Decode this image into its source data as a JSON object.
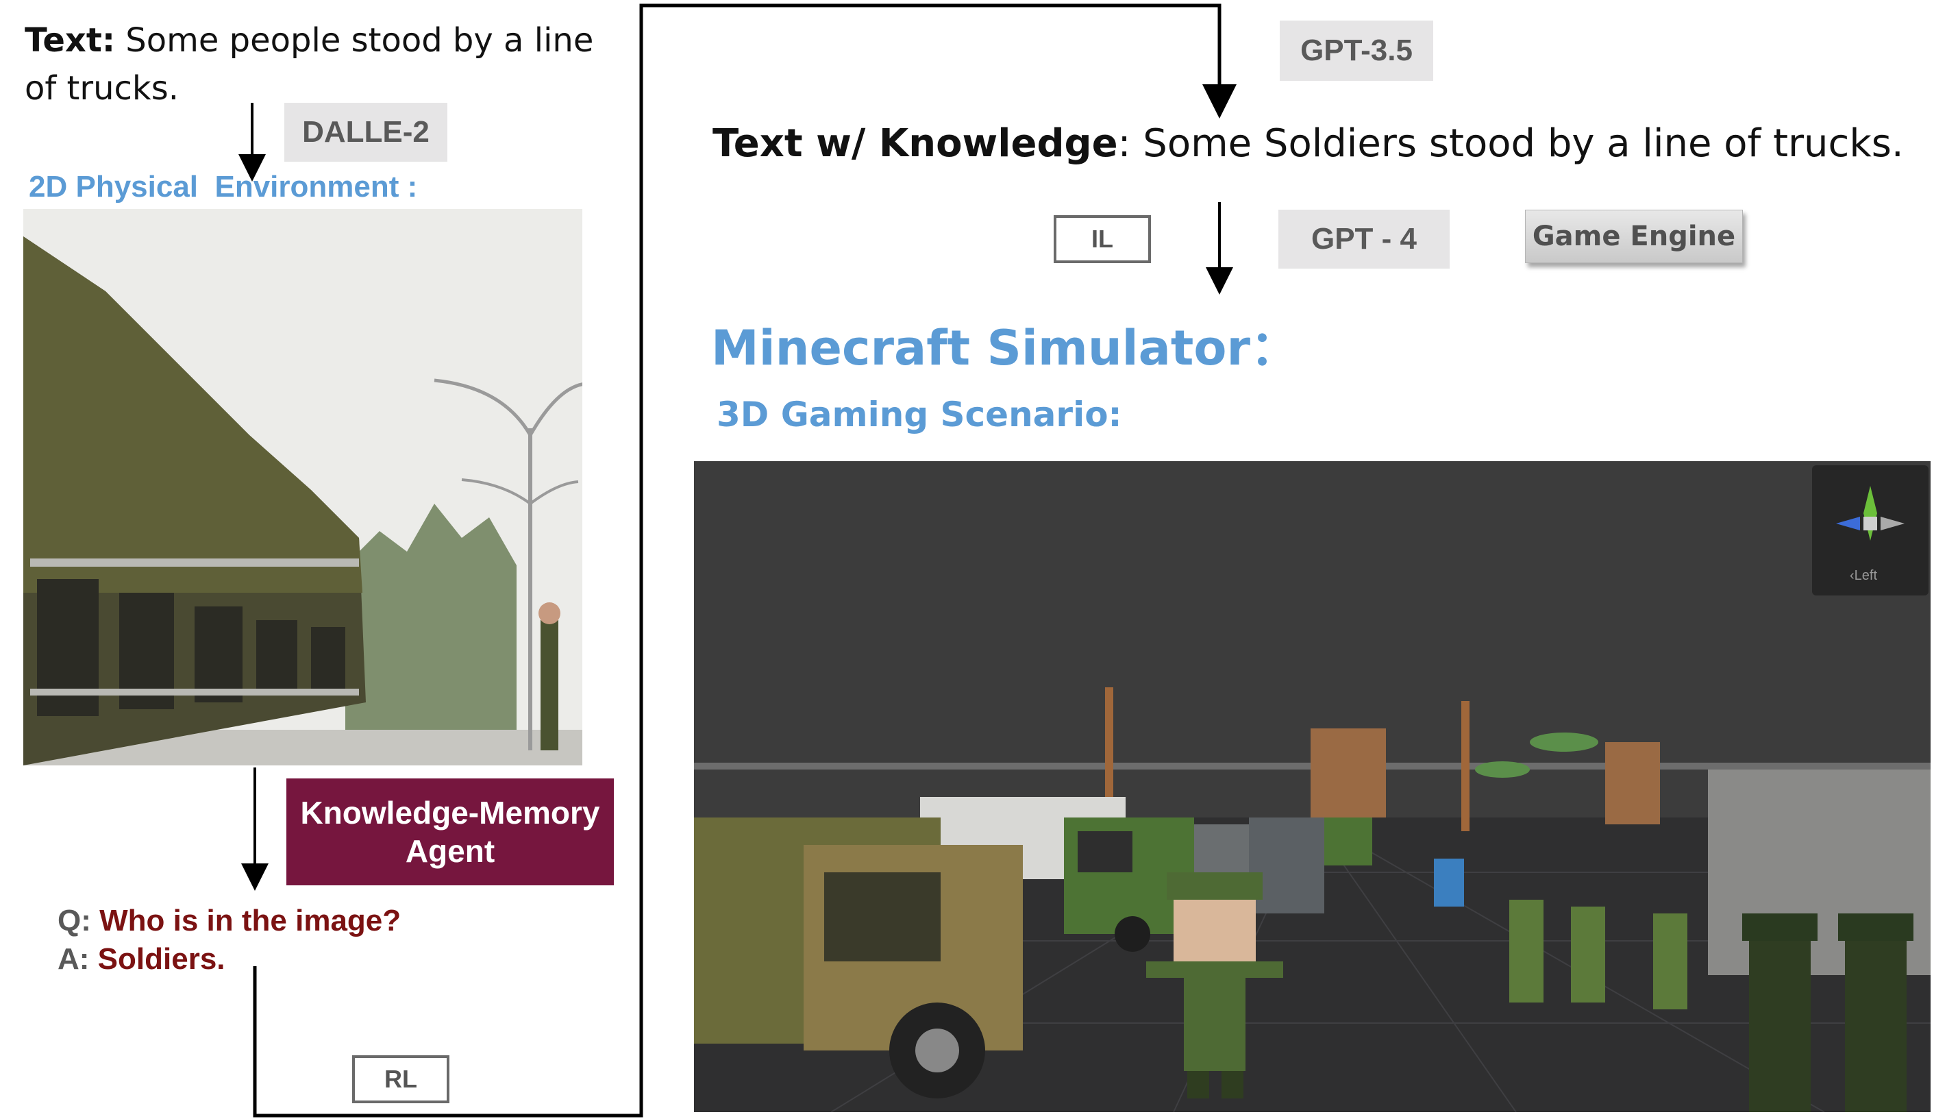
{
  "left": {
    "text_label": "Text:",
    "text_body": " Some people stood by a line of trucks.",
    "dalle_tag": "DALLE-2",
    "physical_env_label": "2D Physical  Environment :",
    "agent_line1": "Knowledge-Memory",
    "agent_line2": "Agent",
    "q_key": "Q:",
    "q_text": "Who is in the image?",
    "a_key": "A:",
    "a_text": "Soldiers.",
    "rl_tag": "RL"
  },
  "right": {
    "gpt35_tag": "GPT-3.5",
    "knowledge_label": "Text w/ Knowledge",
    "knowledge_text": ": Some Soldiers stood by a line of trucks.",
    "il_tag": "IL",
    "gpt4_tag": "GPT - 4",
    "engine_tag": "Game Engine",
    "simulator_title": "Minecraft Simulator：",
    "scenario_label": "3D Gaming Scenario:",
    "gizmo_label": "‹Left"
  },
  "colors": {
    "accent_blue": "#5b9bd5",
    "agent_maroon": "#76163e",
    "answer_red": "#7b1212",
    "tag_gray": "#e6e5e6",
    "scene_sky": "#3b3b3b"
  }
}
